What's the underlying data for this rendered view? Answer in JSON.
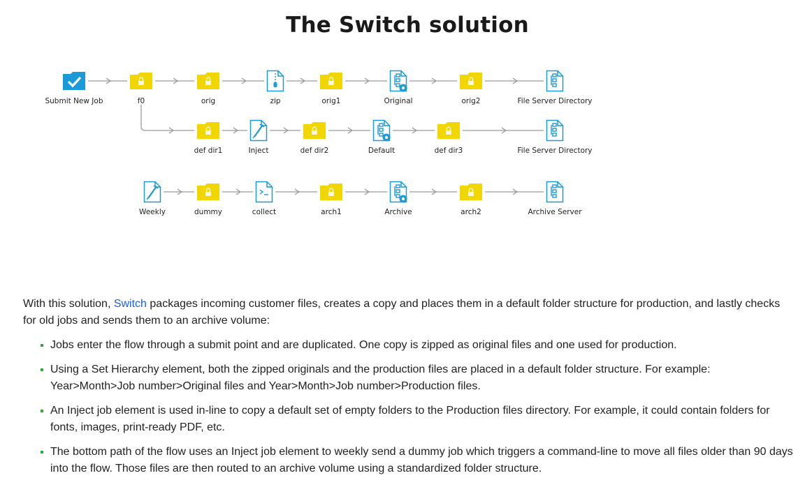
{
  "title": "The Switch solution",
  "diagram": {
    "row1": [
      "Submit New Job",
      "f0",
      "orig",
      "zip",
      "orig1",
      "Original",
      "orig2",
      "File Server Directory"
    ],
    "row2": [
      "def dir1",
      "Inject",
      "def dir2",
      "Default",
      "def dir3",
      "File Server Directory"
    ],
    "row3": [
      "Weekly",
      "dummy",
      "collect",
      "arch1",
      "Archive",
      "arch2",
      "Archive Server"
    ]
  },
  "description": {
    "prefix": "With this solution, ",
    "link": "Switch",
    "suffix": " packages incoming customer files, creates a copy and places them in a default folder structure for production, and lastly checks for old jobs and sends them to an archive volume:"
  },
  "bullets": [
    "Jobs enter the flow through a submit point and are duplicated. One copy is zipped as original files and one used for production.",
    "Using a Set Hierarchy element, both the zipped originals and the production files are placed in a default folder structure. For example: Year>Month>Job number>Original files and Year>Month>Job number>Production files.",
    "An Inject job element is used in-line to copy a default set of empty folders to the Production files directory. For example, it could contain folders for fonts, images, print-ready PDF, etc.",
    "The bottom path of the flow uses an Inject job element to weekly send a dummy job which triggers a command-line to move all files older than 90 days into the flow. Those files are then routed to an archive volume using a standardized folder structure."
  ],
  "colors": {
    "folder": "#f2d600",
    "icon_blue": "#1a9ad6",
    "connector": "#9a9a9a",
    "link": "#1f5fd6",
    "bullet": "#3aa53a"
  },
  "icons": {
    "submit": "submit-checkmark-icon",
    "folder": "lock-folder-icon",
    "zip": "zip-file-icon",
    "hierarchy": "set-hierarchy-icon",
    "archive": "archive-file-icon",
    "inject": "inject-syringe-icon",
    "command": "command-line-icon"
  }
}
